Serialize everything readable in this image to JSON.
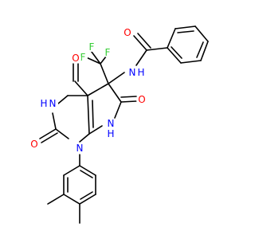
{
  "molecule": {
    "colors": {
      "bond": "#000000",
      "carbon": "#000000",
      "nitrogen": "#0000ff",
      "oxygen": "#ff0000",
      "fluorine": "#33cc33"
    },
    "labels": {
      "o_amide": "O",
      "o_c4": "O",
      "o_c2": "O",
      "o_c6": "O",
      "n_amide": "N",
      "h_amide": "H",
      "n3": "N",
      "h_n3": "H",
      "n1": "N",
      "n7": "N",
      "h_n7": "H",
      "f_top_left": "F",
      "f_top_right": "F",
      "f_left": "F"
    }
  }
}
